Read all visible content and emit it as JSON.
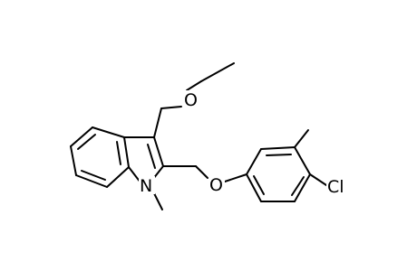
{
  "molecule": {
    "labels": {
      "ether_oxygen": "O",
      "aryl_ether_oxygen": "O",
      "indole_nitrogen": "N",
      "chlorine": "Cl"
    },
    "colors": {
      "bond": "#000000",
      "label": "#000000",
      "background": "#ffffff"
    }
  }
}
